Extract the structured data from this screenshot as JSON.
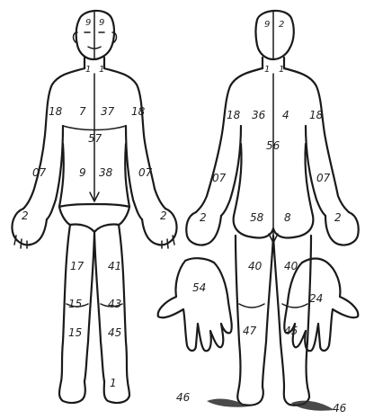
{
  "front_labels": {
    "head_left": "9",
    "head_right": "9",
    "neck_left": "1",
    "neck_right": "1",
    "shoulder_left": "18",
    "shoulder_right": "18",
    "chest_left": "7",
    "chest_right": "37",
    "trunk_center": "57",
    "forearm_left": "07",
    "forearm_right": "07",
    "abdomen_left": "9",
    "abdomen_right": "38",
    "hand_left": "2",
    "hand_right": "2",
    "thigh_left": "17",
    "thigh_right": "41",
    "knee_left": "15",
    "knee_right": "43",
    "leg_left": "15",
    "leg_right": "45",
    "foot_right": "1"
  },
  "back_labels": {
    "head_left": "9",
    "head_right": "2",
    "neck_left": "1",
    "neck_right": "1",
    "shoulder_left": "18",
    "shoulder_right": "18",
    "upper_back_left": "36",
    "upper_back_right": "4",
    "back_center": "56",
    "forearm_left": "07",
    "forearm_right": "07",
    "buttock_left": "58",
    "buttock_right": "8",
    "hand_left": "2",
    "hand_right": "2",
    "thigh_left": "40",
    "thigh_right": "40",
    "leg_left": "47",
    "leg_right": "45",
    "foot_left": "46",
    "foot_right": "46"
  },
  "hand_labels": {
    "left_palm": "54",
    "right_palm": "24"
  }
}
